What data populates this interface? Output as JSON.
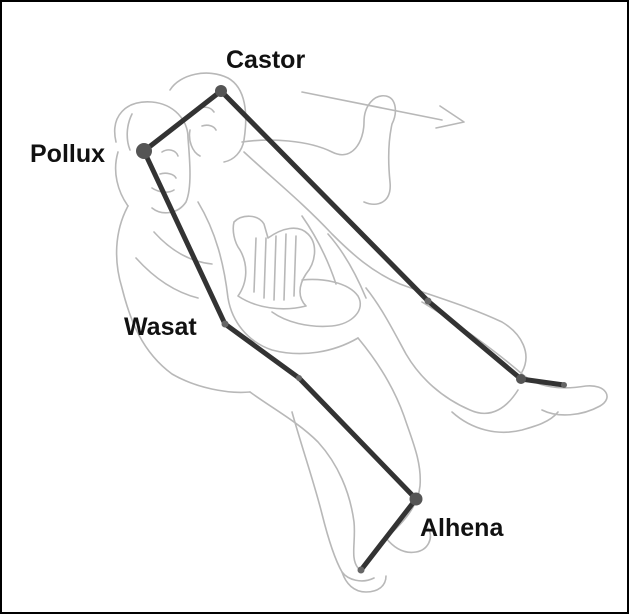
{
  "stars": [
    {
      "id": "castor",
      "label": "Castor"
    },
    {
      "id": "pollux",
      "label": "Pollux"
    },
    {
      "id": "wasat",
      "label": "Wasat"
    },
    {
      "id": "alhena",
      "label": "Alhena"
    }
  ],
  "colors": {
    "figure_outline": "#b8b8b8",
    "constellation_line": "#333333",
    "star": "#555555",
    "label": "#111111",
    "frame": "#000000"
  }
}
